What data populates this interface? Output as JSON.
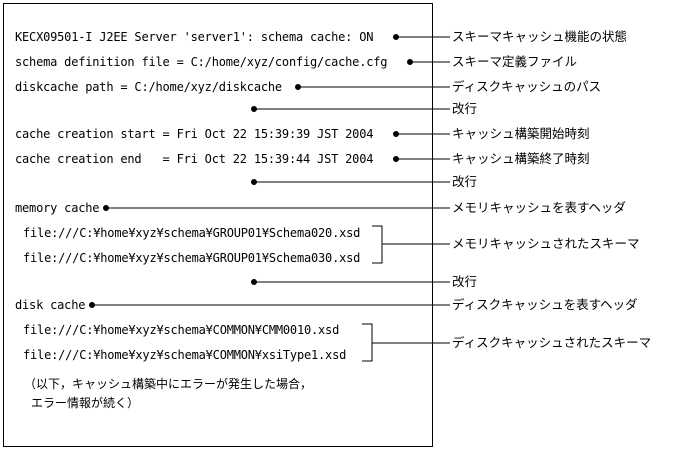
{
  "log_lines": {
    "schema_cache": "KECX09501-I J2EE Server 'server1': schema cache: ON",
    "schema_definition_file": "schema definition file = C:/home/xyz/config/cache.cfg",
    "diskcache_path": "diskcache path = C:/home/xyz/diskcache",
    "cache_creation_start": "cache creation start = Fri Oct 22 15:39:39 JST 2004",
    "cache_creation_end": "cache creation end   = Fri Oct 22 15:39:44 JST 2004",
    "memory_cache_header": "memory cache",
    "memory_schema_1": "file:///C:¥home¥xyz¥schema¥GROUP01¥Schema020.xsd",
    "memory_schema_2": "file:///C:¥home¥xyz¥schema¥GROUP01¥Schema030.xsd",
    "disk_cache_header": "disk cache",
    "disk_schema_1": "file:///C:¥home¥xyz¥schema¥COMMON¥CMM0010.xsd",
    "disk_schema_2": "file:///C:¥home¥xyz¥schema¥COMMON¥xsiType1.xsd",
    "continuation_1": "（以下，キャッシュ構築中にエラーが発生した場合，",
    "continuation_2": "エラー情報が続く）"
  },
  "annotations": {
    "schema_cache_state": "スキーマキャッシュ機能の状態",
    "schema_definition_file": "スキーマ定義ファイル",
    "diskcache_path": "ディスクキャッシュのパス",
    "newline_1": "改行",
    "cache_build_start": "キャッシュ構築開始時刻",
    "cache_build_end": "キャッシュ構築終了時刻",
    "newline_2": "改行",
    "memory_cache_header": "メモリキャッシュを表すヘッダ",
    "memory_cached_schemas": "メモリキャッシュされたスキーマ",
    "newline_3": "改行",
    "disk_cache_header": "ディスクキャッシュを表すヘッダ",
    "disk_cached_schemas": "ディスクキャッシュされたスキーマ"
  }
}
